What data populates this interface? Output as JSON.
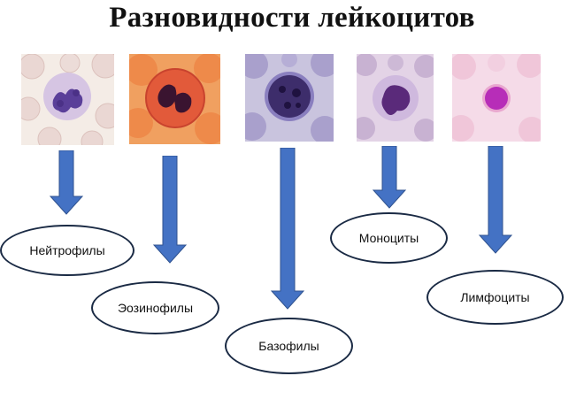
{
  "title": "Разновидности лейкоцитов",
  "cells": [
    {
      "icon": "neutrophil-image",
      "label": "Нейтрофилы"
    },
    {
      "icon": "eosinophil-image",
      "label": "Эозинофилы"
    },
    {
      "icon": "basophil-image",
      "label": "Базофилы"
    },
    {
      "icon": "monocyte-image",
      "label": "Моноциты"
    },
    {
      "icon": "lymphocyte-image",
      "label": "Лимфоциты"
    }
  ],
  "colors": {
    "arrow": "#4472c4",
    "arrow_outline": "#2f528f",
    "oval_border": "#1a2a44"
  }
}
